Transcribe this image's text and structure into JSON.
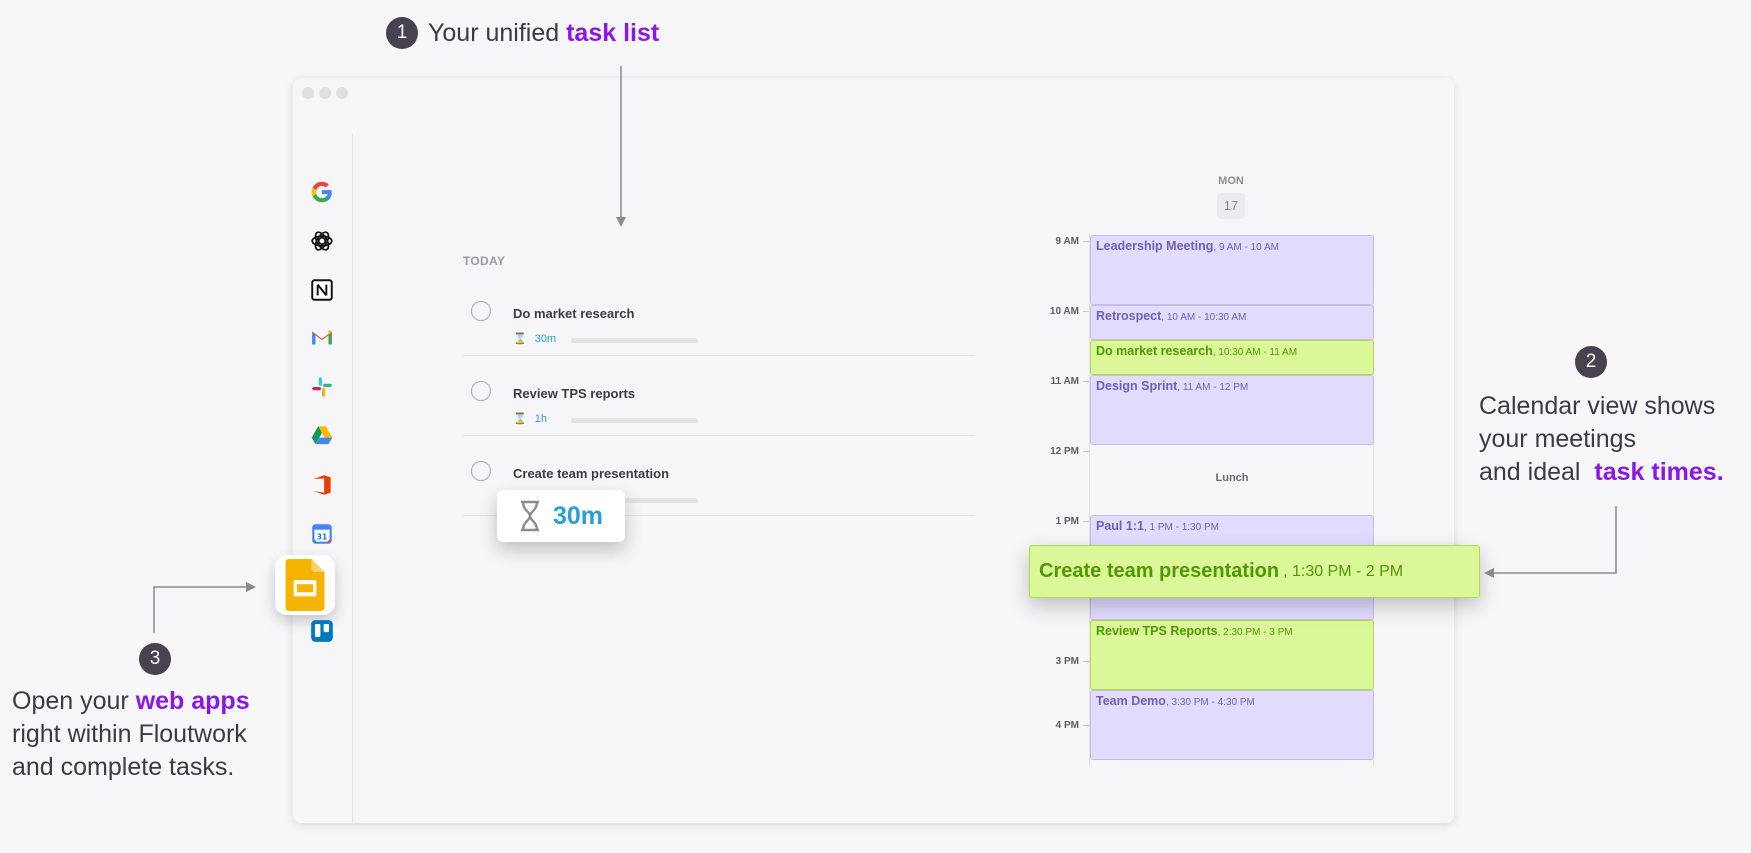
{
  "callouts": [
    {
      "number": "1",
      "text": "Your unified ",
      "highlight": "task list",
      "after": ""
    },
    {
      "number": "2",
      "lines": [
        "Calendar view shows",
        "your meetings",
        "and ideal "
      ],
      "highlight": "task times",
      "after": "."
    },
    {
      "number": "3",
      "lines_before": "Open your ",
      "highlight": "web apps",
      "lines": [
        "right within Floutwork",
        "and complete tasks."
      ]
    }
  ],
  "sidebar": {
    "apps": [
      "google-icon",
      "chatgpt-icon",
      "notion-icon",
      "gmail-icon",
      "slack-icon",
      "google-drive-icon",
      "office-icon",
      "google-calendar-icon",
      "google-slides-icon",
      "trello-icon"
    ]
  },
  "tasks": {
    "section_label": "TODAY",
    "items": [
      {
        "title": "Do market research",
        "duration": "30m"
      },
      {
        "title": "Review TPS reports",
        "duration": "1h"
      },
      {
        "title": "Create team presentation",
        "duration": ""
      }
    ],
    "drag_duration": "30m"
  },
  "calendar": {
    "day": "MON",
    "date": "17",
    "hours": [
      "9 AM",
      "10 AM",
      "11 AM",
      "12 PM",
      "1 PM",
      "3 PM",
      "4 PM"
    ],
    "lunch_label": "Lunch",
    "events": [
      {
        "name": "Leadership Meeting",
        "time": ", 9 AM - 10 AM",
        "kind": "meeting"
      },
      {
        "name": "Retrospect",
        "time": ", 10 AM - 10:30 AM",
        "kind": "meeting"
      },
      {
        "name": "Do market research",
        "time": ", 10:30 AM - 11 AM",
        "kind": "task"
      },
      {
        "name": "Design Sprint",
        "time": ", 11 AM - 12 PM",
        "kind": "meeting"
      },
      {
        "name": "Paul 1:1",
        "time": ", 1 PM - 1:30 PM",
        "kind": "meeting"
      },
      {
        "name": "Review TPS Reports",
        "time": ", 2:30 PM - 3 PM",
        "kind": "task"
      },
      {
        "name": "Team Demo",
        "time": ", 3:30 PM - 4:30 PM",
        "kind": "meeting"
      }
    ],
    "dragging_event": {
      "name": "Create team presentation",
      "time": ", 1:30 PM - 2 PM"
    }
  },
  "colors": {
    "accent": "#8a17e8",
    "task_blue": "#2b9ed9",
    "meeting_bg": "#e2dcff",
    "task_bg": "#dbf79a"
  }
}
